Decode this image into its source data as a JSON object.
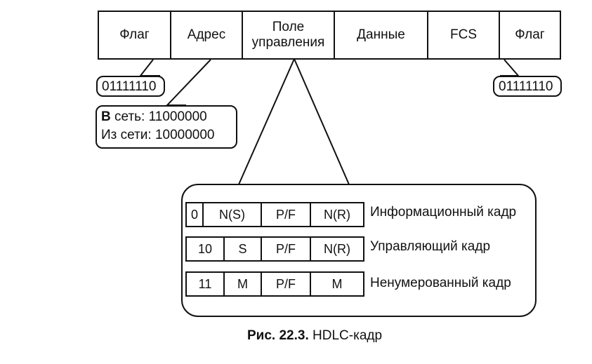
{
  "frame": {
    "fields": [
      "Флаг",
      "Адрес",
      "Поле управления",
      "Данные",
      "FCS",
      "Флаг"
    ],
    "control_field_lines": [
      "Поле",
      "управления"
    ]
  },
  "flag_callouts": {
    "left": "01111110",
    "right": "01111110"
  },
  "address_callout": {
    "line1_bold": "В",
    "line1_rest": " сеть: 11000000",
    "line2": "Из сети: 10000000"
  },
  "control_formats": [
    {
      "cells": [
        "0",
        "N(S)",
        "P/F",
        "N(R)"
      ],
      "label": "Информационный кадр"
    },
    {
      "cells": [
        "10",
        "S",
        "P/F",
        "N(R)"
      ],
      "label": "Управляющий кадр"
    },
    {
      "cells": [
        "11",
        "M",
        "P/F",
        "M"
      ],
      "label": "Ненумерованный кадр"
    }
  ],
  "caption": {
    "prefix": "Рис. 22.3.",
    "text": " HDLC-кадр"
  }
}
